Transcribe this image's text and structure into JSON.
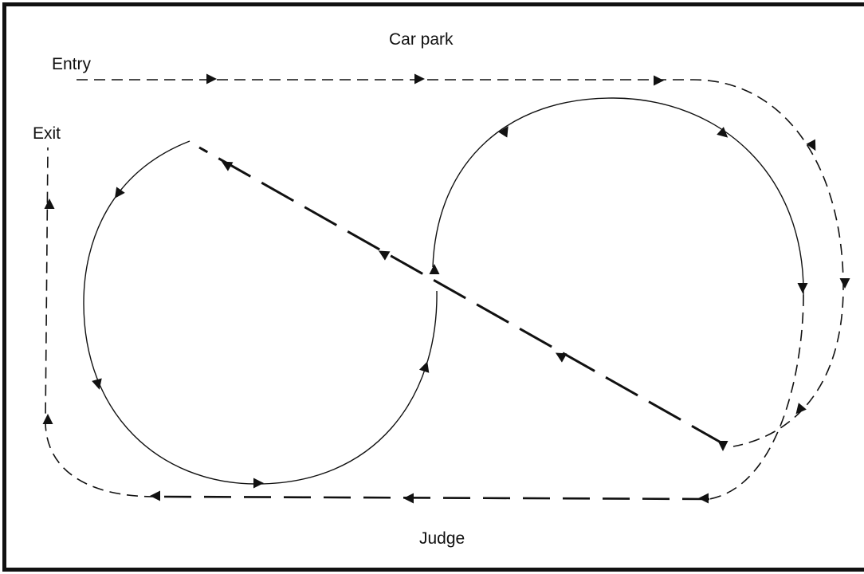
{
  "labels": {
    "title": "Car park",
    "entry": "Entry",
    "exit": "Exit",
    "judge": "Judge"
  },
  "colors": {
    "stroke": "#111111",
    "background": "#ffffff"
  },
  "paths": [
    {
      "name": "entry-route",
      "style": "dashed"
    },
    {
      "name": "outer-right-route",
      "style": "dashed"
    },
    {
      "name": "bottom-return-route",
      "style": "dashed"
    },
    {
      "name": "exit-route",
      "style": "dashed"
    },
    {
      "name": "right-circle",
      "style": "solid"
    },
    {
      "name": "left-circle",
      "style": "solid"
    },
    {
      "name": "diagonal-crossing",
      "style": "long-dashed"
    }
  ]
}
